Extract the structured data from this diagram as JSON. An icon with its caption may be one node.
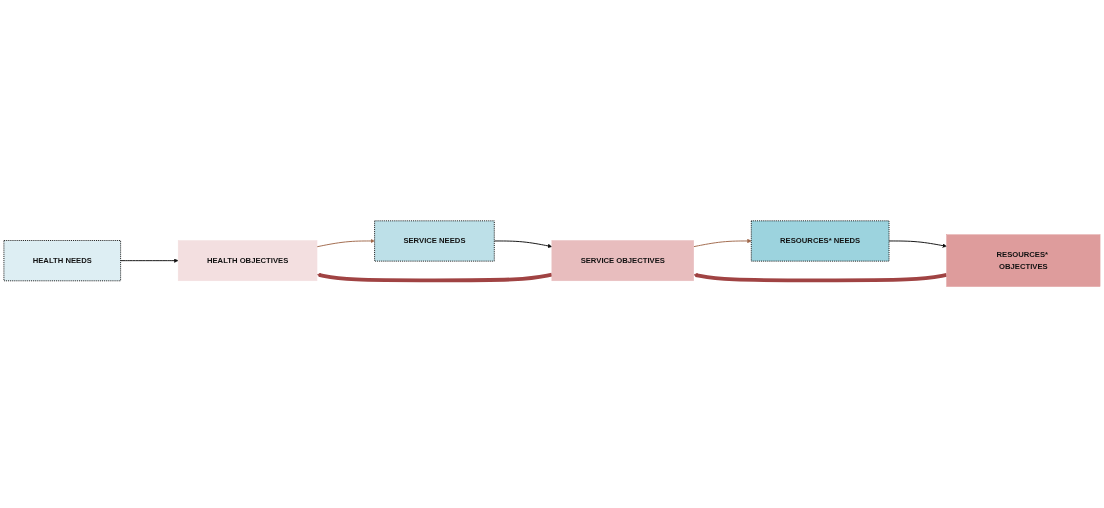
{
  "diagram": {
    "nodes": [
      {
        "text": [
          "HEALTH NEEDS"
        ]
      },
      {
        "text": [
          "HEALTH OBJECTIVES"
        ]
      },
      {
        "text": [
          "SERVICE NEEDS"
        ]
      },
      {
        "text": [
          "SERVICE OBJECTIVES"
        ]
      },
      {
        "text": [
          "RESOURCES* NEEDS"
        ]
      },
      {
        "text": [
          "RESOURCES* OBJECTIVES"
        ]
      }
    ],
    "edges": [
      {
        "from": 0,
        "to": 1,
        "arrow": "to"
      },
      {
        "from": 1,
        "to": 2,
        "arrow": "to",
        "color": "#a0694b"
      },
      {
        "from": 2,
        "to": 3,
        "arrow": "to"
      },
      {
        "from": 3,
        "to": 1,
        "arrow": "to",
        "style": "thick",
        "color": "#a04343"
      },
      {
        "from": 3,
        "to": 4,
        "arrow": "to",
        "color": "#a0694b"
      },
      {
        "from": 4,
        "to": 5,
        "arrow": "to"
      },
      {
        "from": 5,
        "to": 3,
        "arrow": "to",
        "style": "thick",
        "color": "#a04343"
      }
    ]
  }
}
